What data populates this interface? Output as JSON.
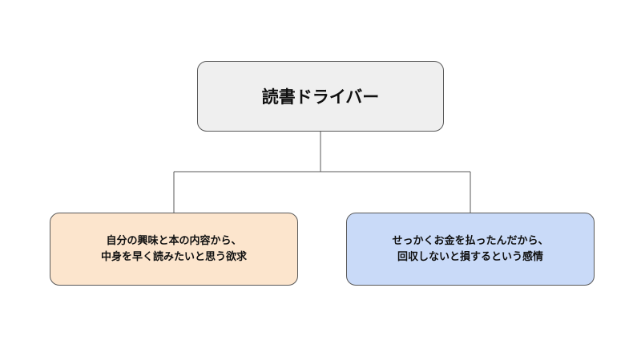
{
  "diagram": {
    "root": {
      "label": "読書ドライバー"
    },
    "children": [
      {
        "lines": [
          "自分の興味と本の内容から、",
          "中身を早く読みたいと思う欲求"
        ],
        "fill": "#fce5cd"
      },
      {
        "lines": [
          "せっかくお金を払ったんだから、",
          "回収しないと損するという感情"
        ],
        "fill": "#c9daf8"
      }
    ],
    "colors": {
      "root_fill": "#efefef",
      "border": "#595959",
      "connector": "#595959"
    }
  }
}
